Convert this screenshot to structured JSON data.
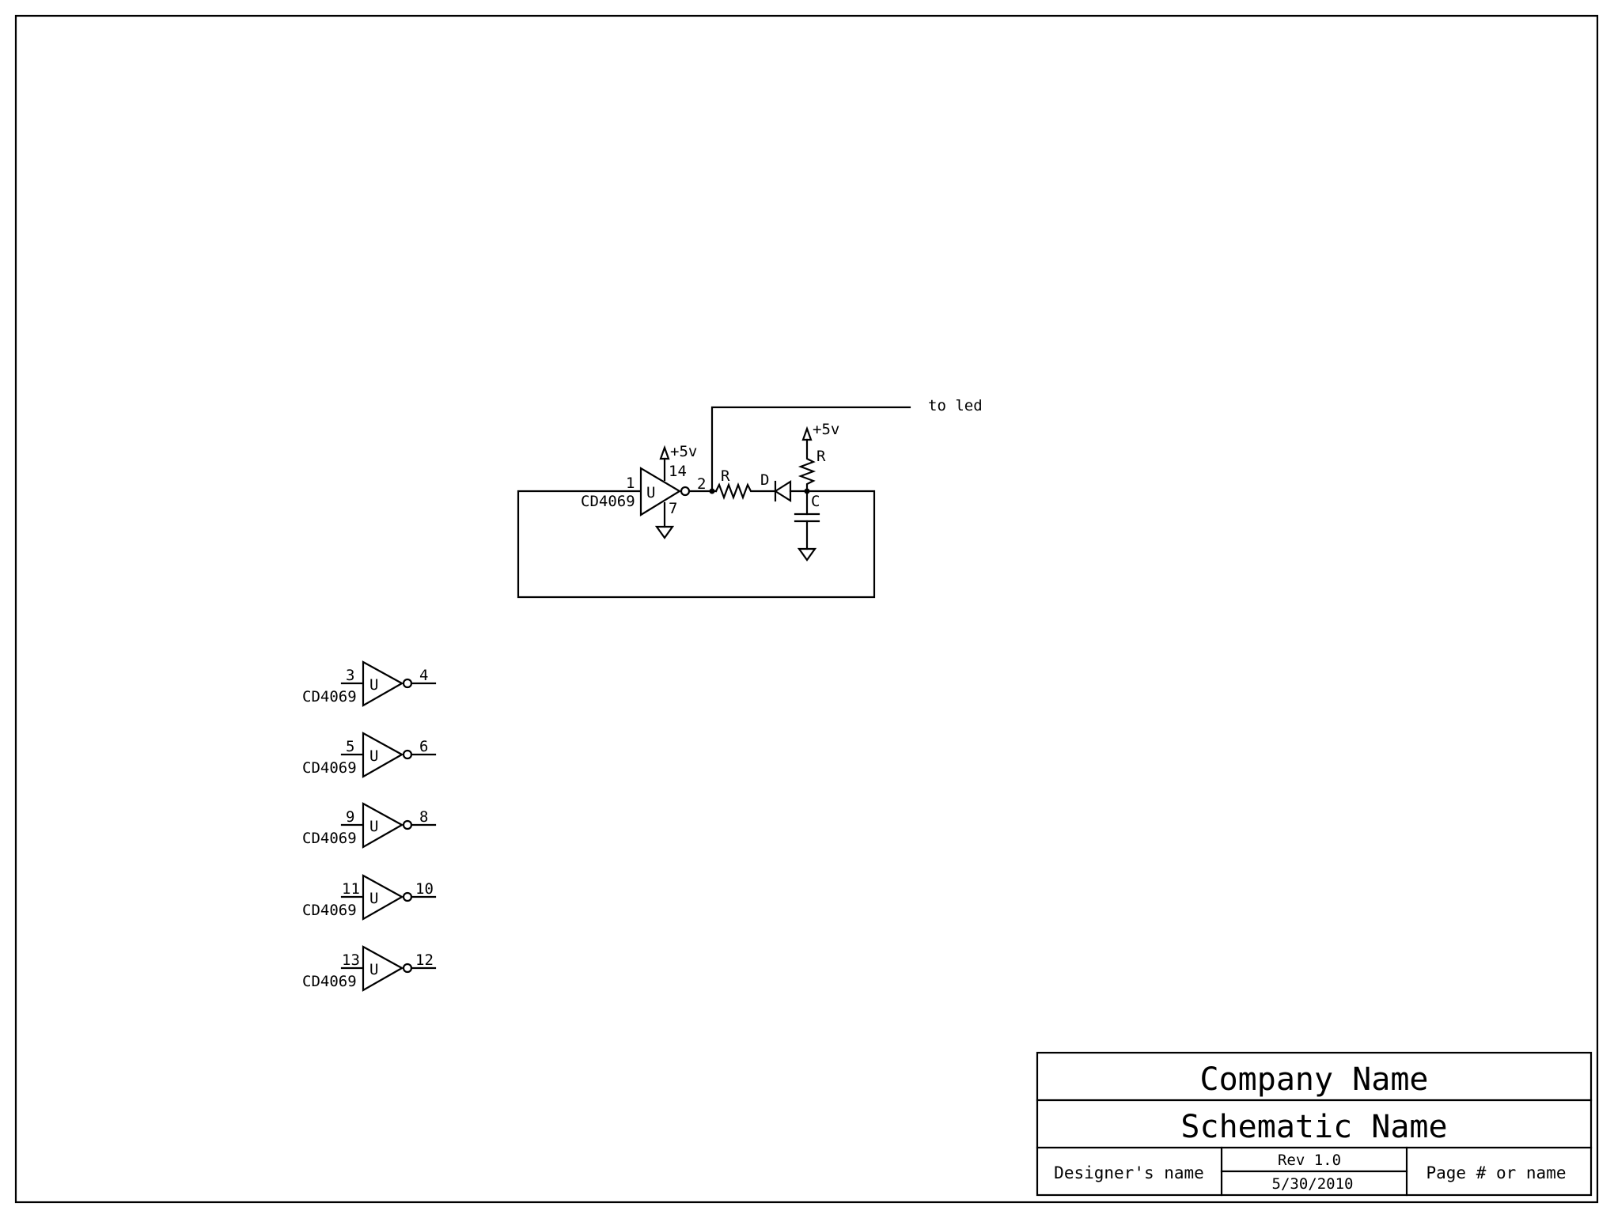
{
  "main_circuit": {
    "output_label": "to led",
    "supply_inverter": "+5v",
    "supply_resistor": "+5v",
    "inverter": {
      "unit": "U",
      "part": "CD4069",
      "pin_in": "1",
      "pin_out": "2",
      "pin_vdd": "14",
      "pin_gnd": "7"
    },
    "series_resistor": "R",
    "diode": "D",
    "pullup_resistor": "R",
    "capacitor": "C"
  },
  "spare_gates": [
    {
      "unit": "U",
      "part": "CD4069",
      "pin_in": "3",
      "pin_out": "4"
    },
    {
      "unit": "U",
      "part": "CD4069",
      "pin_in": "5",
      "pin_out": "6"
    },
    {
      "unit": "U",
      "part": "CD4069",
      "pin_in": "9",
      "pin_out": "8"
    },
    {
      "unit": "U",
      "part": "CD4069",
      "pin_in": "11",
      "pin_out": "10"
    },
    {
      "unit": "U",
      "part": "CD4069",
      "pin_in": "13",
      "pin_out": "12"
    }
  ],
  "title_block": {
    "company": "Company Name",
    "schematic": "Schematic Name",
    "designer": "Designer's name",
    "revision": "Rev 1.0",
    "date": "5/30/2010",
    "page": "Page # or name"
  }
}
